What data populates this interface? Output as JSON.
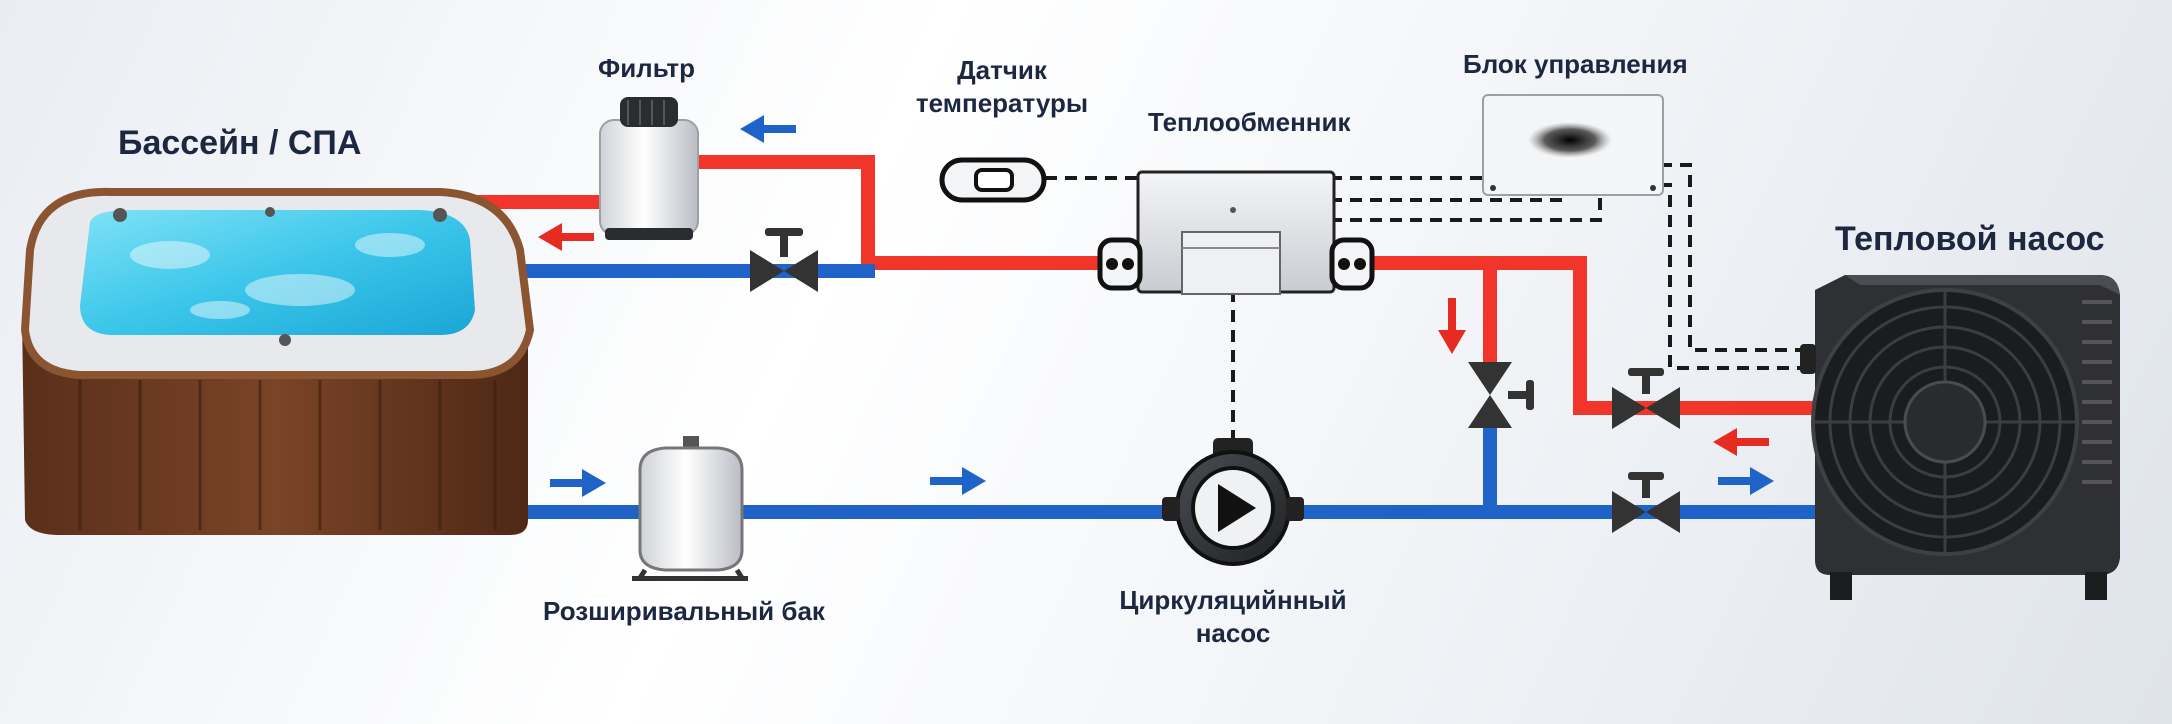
{
  "labels": {
    "pool": "Бассейн / СПА",
    "filter": "Фильтр",
    "temp_sensor_line1": "Датчик",
    "temp_sensor_line2": "температуры",
    "heat_exchanger": "Теплообменник",
    "control_unit": "Блок управления",
    "heat_pump": "Тепловой насос",
    "expansion_tank": "Розширивальный бак",
    "circ_pump_line1": "Циркуляцийнный",
    "circ_pump_line2": "насос"
  },
  "colors": {
    "hot_pipe": "#f2352b",
    "cold_pipe": "#1f63c8",
    "signal_line": "#1a1a1a",
    "label_text": "#1c2740"
  }
}
